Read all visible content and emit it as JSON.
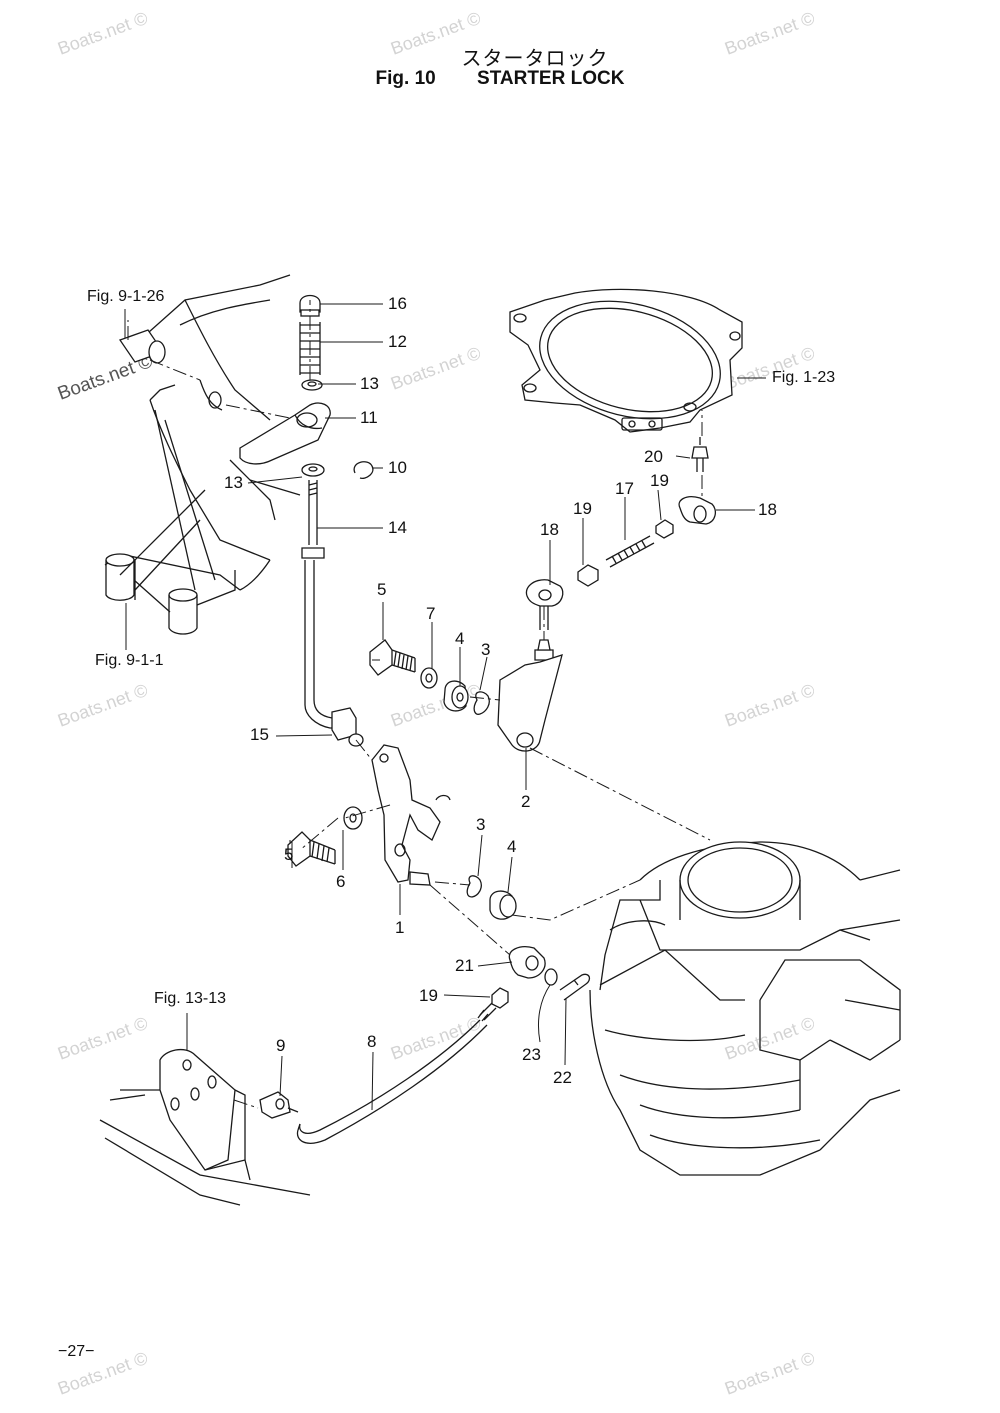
{
  "title": {
    "japanese": "スタータロック",
    "fig_number": "Fig. 10",
    "english": "STARTER LOCK"
  },
  "page_number": "−27−",
  "watermark": "Boats.net ©",
  "figure_refs": {
    "fig_9_1_26": "Fig. 9-1-26",
    "fig_9_1_1": "Fig. 9-1-1",
    "fig_1_23": "Fig. 1-23",
    "fig_13_13": "Fig. 13-13"
  },
  "callouts": {
    "c16": "16",
    "c12": "12",
    "c13a": "13",
    "c11": "11",
    "c10": "10",
    "c13b": "13",
    "c14": "14",
    "c15": "15",
    "c5a": "5",
    "c7": "7",
    "c4a": "4",
    "c3a": "3",
    "c2": "2",
    "c18a": "18",
    "c19a": "19",
    "c17": "17",
    "c19b": "19",
    "c18b": "18",
    "c20": "20",
    "c5b": "5",
    "c6": "6",
    "c1": "1",
    "c3b": "3",
    "c4b": "4",
    "c21": "21",
    "c19c": "19",
    "c23": "23",
    "c22": "22",
    "c9": "9",
    "c8": "8"
  }
}
